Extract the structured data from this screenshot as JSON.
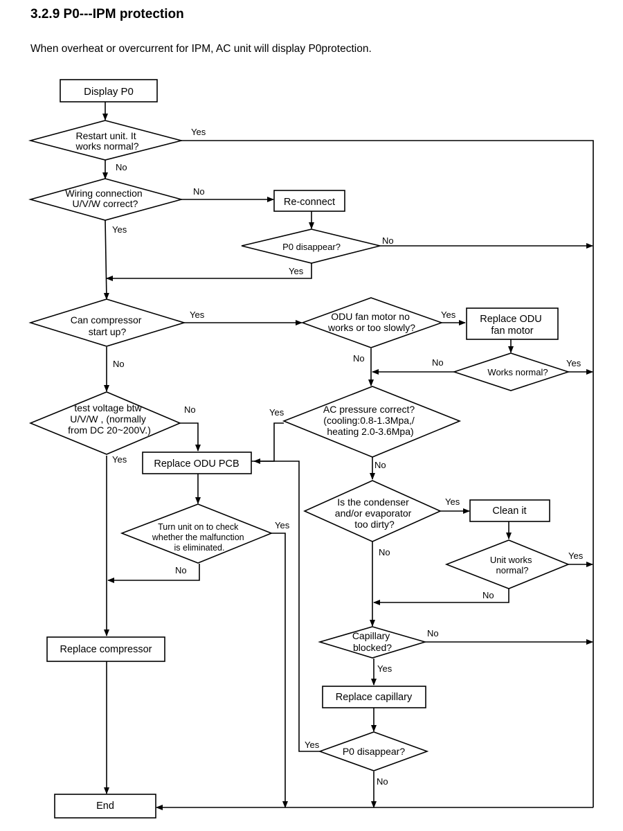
{
  "heading": "3.2.9 P0---IPM protection",
  "intro": "When overheat or overcurrent for IPM, AC unit will display P0protection.",
  "nodes": {
    "display_p0": [
      "Display P0"
    ],
    "restart_unit": [
      "Restart unit. It",
      "works normal?"
    ],
    "wiring_check": [
      "Wiring connection",
      "U/V/W correct?"
    ],
    "reconnect": [
      "Re-connect"
    ],
    "p0_disappear_1": [
      "P0 disappear?"
    ],
    "compressor_start": [
      "Can compressor",
      "start up?"
    ],
    "odu_fan_check": [
      "ODU fan motor no",
      "works or too slowly?"
    ],
    "replace_fan_motor": [
      "Replace ODU",
      "fan motor"
    ],
    "works_normal": [
      "Works normal?"
    ],
    "test_voltage": [
      "test voltage btw",
      "U/V/W , (normally",
      "from DC 20~200V.)"
    ],
    "ac_pressure": [
      "AC pressure correct?",
      "(cooling:0.8-1.3Mpa,/",
      "heating 2.0-3.6Mpa)"
    ],
    "replace_pcb": [
      "Replace ODU PCB"
    ],
    "condenser_dirty": [
      "Is the condenser",
      "and/or evaporator",
      "too dirty?"
    ],
    "clean_it": [
      "Clean it"
    ],
    "turn_unit_on": [
      "Turn unit on to check",
      "whether the malfunction",
      "is eliminated."
    ],
    "unit_works_normal": [
      "Unit works",
      "normal?"
    ],
    "capillary_blocked": [
      "Capillary",
      "blocked?"
    ],
    "replace_compressor": [
      "Replace compressor"
    ],
    "replace_capillary": [
      "Replace capillary"
    ],
    "p0_disappear_2": [
      "P0 disappear?"
    ],
    "end": [
      "End"
    ]
  },
  "edge_labels": {
    "restart_yes": "Yes",
    "restart_no": "No",
    "wiring_no": "No",
    "wiring_yes": "Yes",
    "p0_1_no": "No",
    "p0_1_yes": "Yes",
    "compressor_yes": "Yes",
    "odu_fan_yes": "Yes",
    "odu_fan_no": "No",
    "works_normal_no": "No",
    "works_normal_yes": "Yes",
    "compressor_no": "No",
    "voltage_no": "No",
    "pressure_yes": "Yes",
    "voltage_yes": "Yes",
    "pressure_no": "No",
    "condenser_yes": "Yes",
    "turn_on_yes": "Yes",
    "condenser_no": "No",
    "unit_works_yes": "Yes",
    "turn_on_no": "No",
    "unit_works_no": "No",
    "capillary_no": "No",
    "capillary_yes": "Yes",
    "p0_2_yes": "Yes",
    "p0_2_no": "No"
  }
}
